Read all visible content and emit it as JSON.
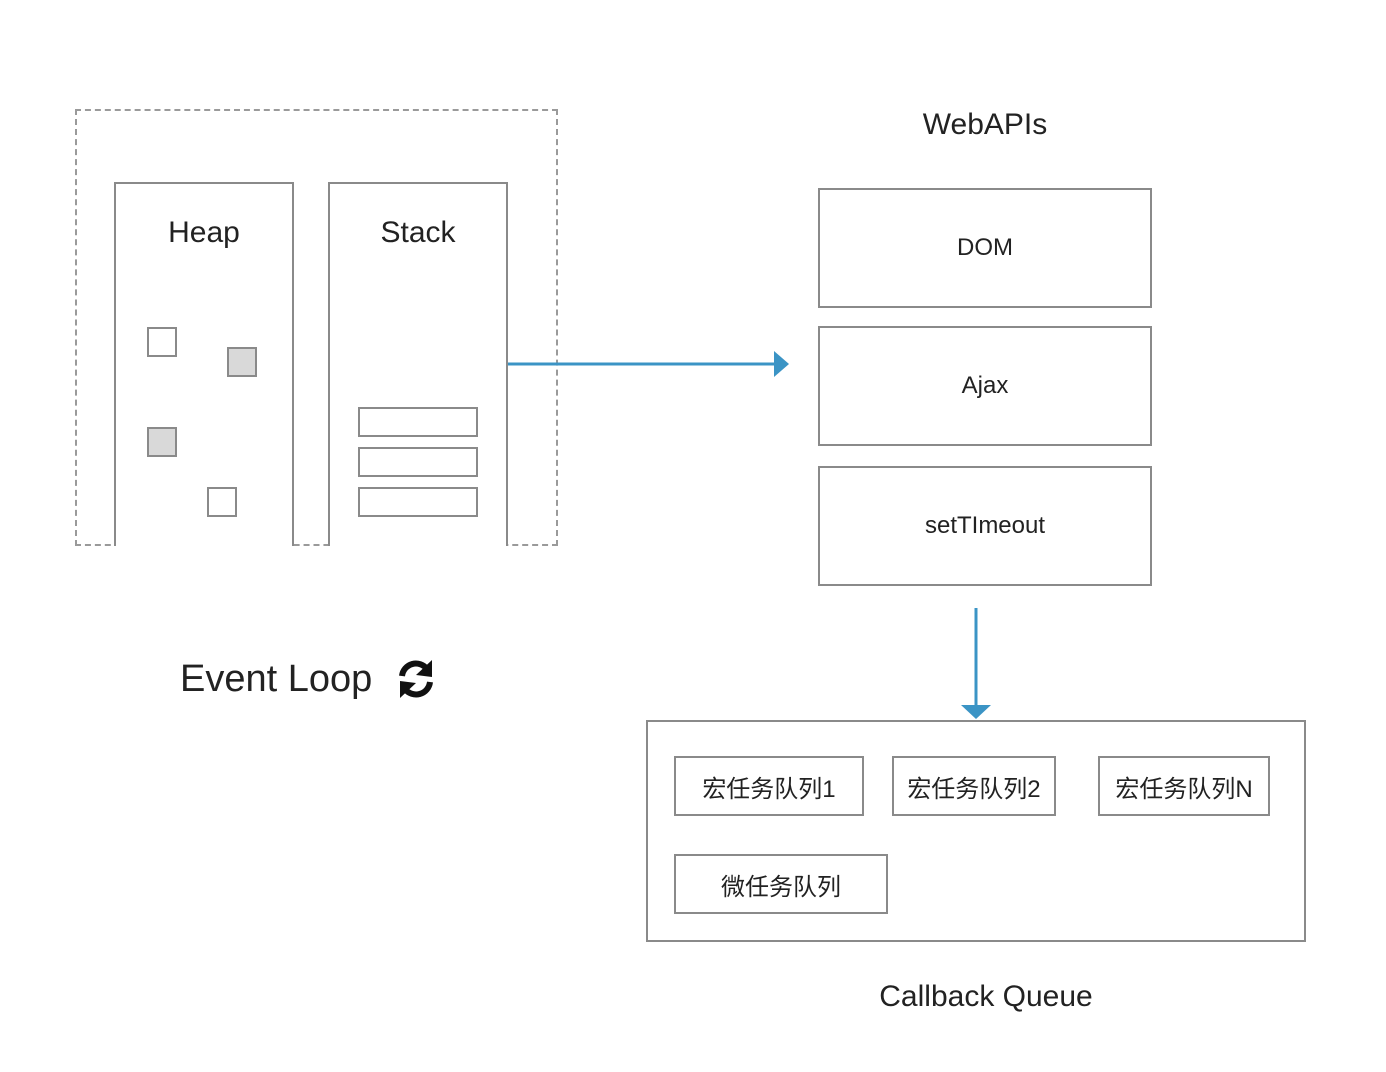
{
  "engine": {
    "heap": {
      "title": "Heap"
    },
    "stack": {
      "title": "Stack"
    }
  },
  "web_apis": {
    "title": "WebAPIs",
    "items": [
      "DOM",
      "Ajax",
      "setTImeout"
    ]
  },
  "event_loop": {
    "label": "Event Loop",
    "icon": "refresh-icon"
  },
  "callback_queue": {
    "title": "Callback Queue",
    "macro_tasks": [
      "宏任务队列1",
      "宏任务队列2",
      "宏任务队列N"
    ],
    "micro_task": "微任务队列"
  },
  "colors": {
    "arrow": "#3b94c5",
    "border": "#8a8a8a",
    "filled_object": "#d9d9d9"
  }
}
